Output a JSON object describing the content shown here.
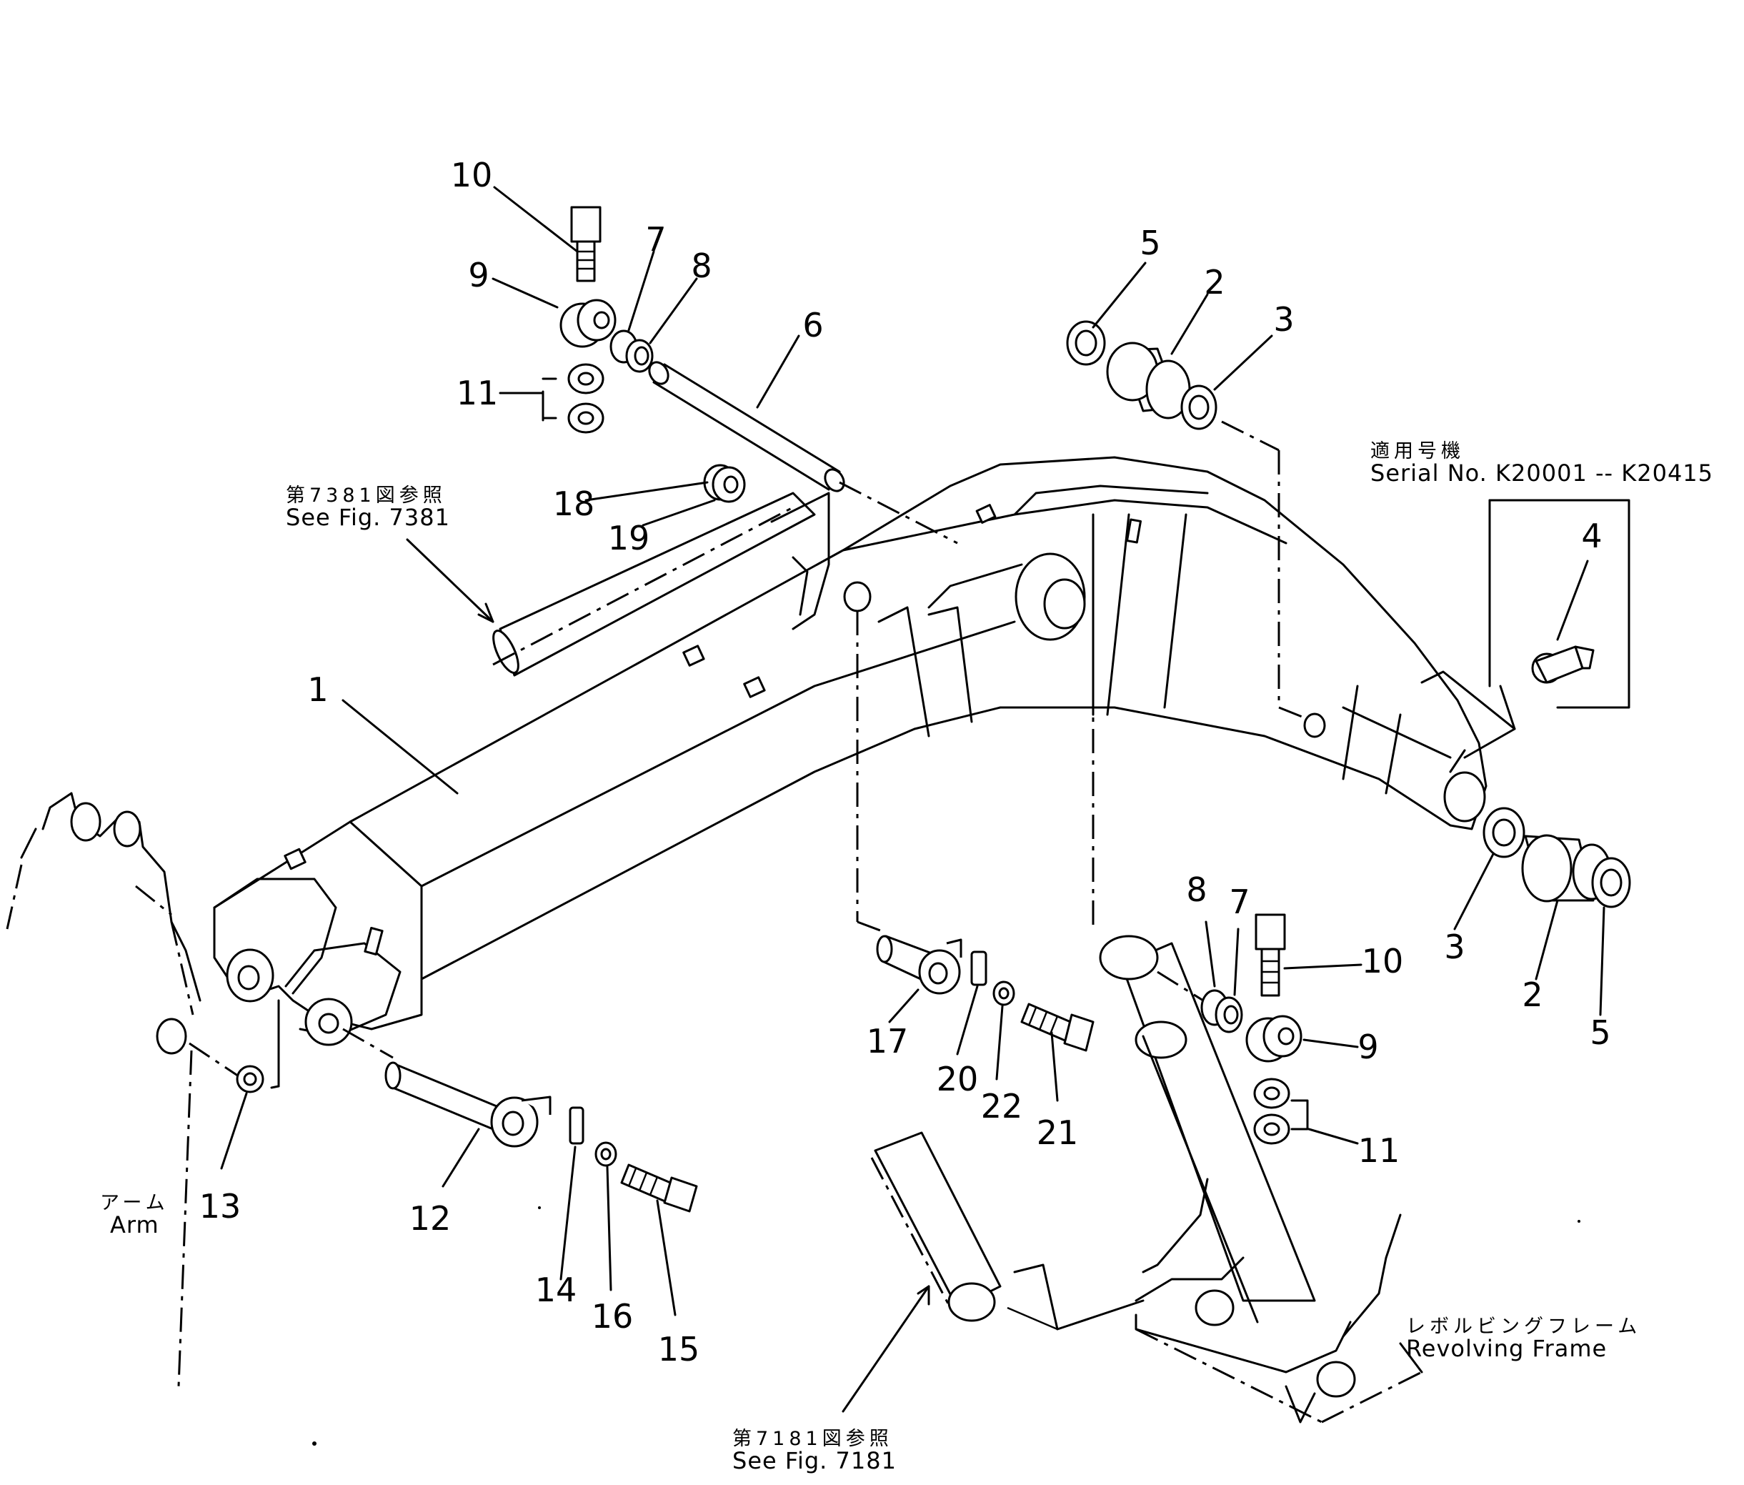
{
  "part_numbers": {
    "p1": "1",
    "p2a": "2",
    "p2b": "2",
    "p3a": "3",
    "p3b": "3",
    "p4": "4",
    "p5a": "5",
    "p5b": "5",
    "p6": "6",
    "p7a": "7",
    "p7b": "7",
    "p8a": "8",
    "p8b": "8",
    "p9a": "9",
    "p9b": "9",
    "p10a": "10",
    "p10b": "10",
    "p11a": "11",
    "p11b": "11",
    "p12": "12",
    "p13": "13",
    "p14": "14",
    "p15": "15",
    "p16": "16",
    "p17": "17",
    "p18": "18",
    "p19": "19",
    "p20": "20",
    "p21": "21",
    "p22": "22"
  },
  "notes": {
    "fig7381_jp": "第7381図参照",
    "fig7381_en": "See Fig. 7381",
    "fig7181_jp": "第7181図参照",
    "fig7181_en": "See Fig. 7181",
    "serial_jp": "適用号機",
    "serial_en": "Serial No. K20001 -- K20415",
    "arm_jp": "アーム",
    "arm_en": "Arm",
    "frame_jp": "レボルビングフレーム",
    "frame_en": "Revolving  Frame"
  }
}
